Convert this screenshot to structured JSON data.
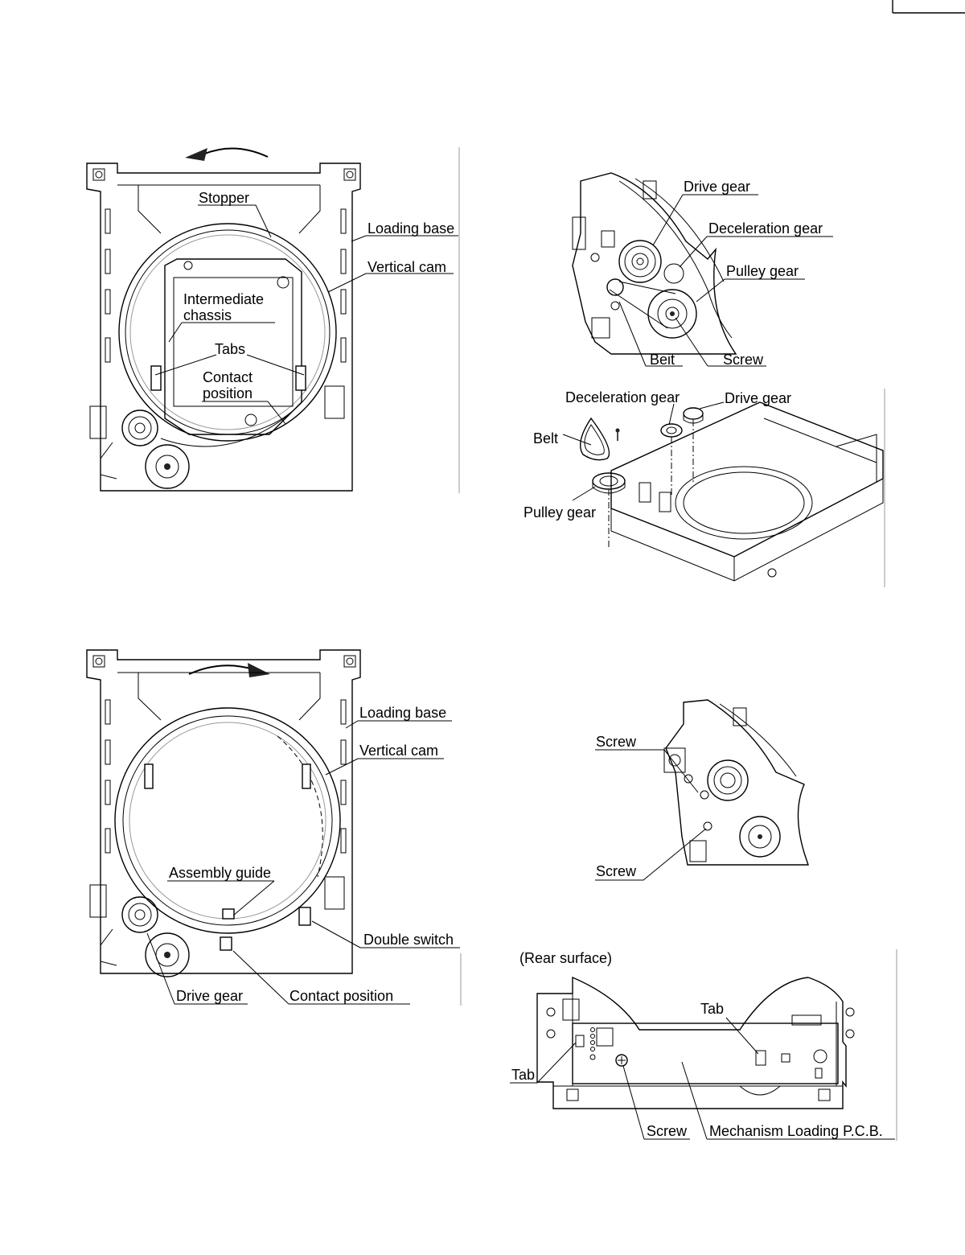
{
  "labels": {
    "fig1": {
      "stopper": "Stopper",
      "loading_base": "Loading base",
      "vertical_cam": "Vertical cam",
      "intermediate_1": "Intermediate",
      "intermediate_2": "chassis",
      "tabs": "Tabs",
      "contact_1": "Contact",
      "contact_2": "position"
    },
    "fig2": {
      "drive_gear": "Drive gear",
      "deceleration_gear": "Deceleration gear",
      "pulley_gear": "Pulley gear",
      "belt": "Beit",
      "screw": "Screw"
    },
    "fig3": {
      "deceleration_gear": "Deceleration gear",
      "drive_gear": "Drive gear",
      "belt": "Belt",
      "pulley_gear": "Pulley gear"
    },
    "fig4": {
      "loading_base": "Loading base",
      "vertical_cam": "Vertical cam",
      "assembly_guide": "Assembly guide",
      "double_switch": "Double switch",
      "drive_gear": "Drive gear",
      "contact_position": "Contact position"
    },
    "fig5": {
      "screw_top": "Screw",
      "screw_bottom": "Screw"
    },
    "fig6": {
      "rear_surface": "(Rear surface)",
      "tab_right": "Tab",
      "tab_left": "Tab",
      "screw": "Screw",
      "pcb": "Mechanism Loading P.C.B."
    }
  }
}
